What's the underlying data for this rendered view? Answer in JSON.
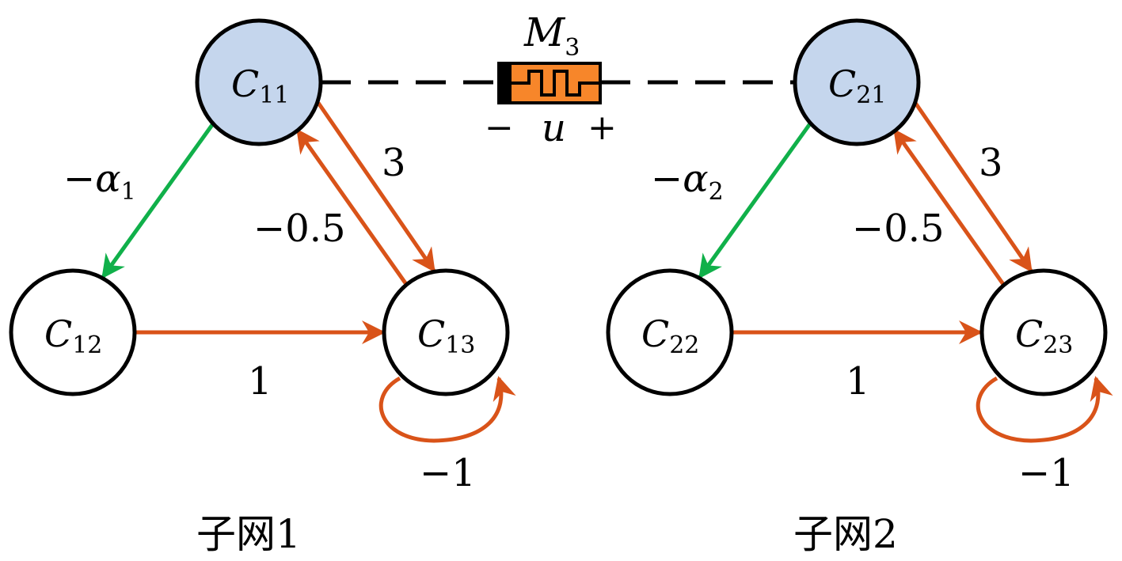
{
  "colors": {
    "hub_fill": "#c5d6ed",
    "node_fill": "#ffffff",
    "orange_edge": "#d95319",
    "green_edge": "#10b04a",
    "memristor_body": "#f7862a",
    "coupling_line": "#000000"
  },
  "memristor": {
    "label_main": "M",
    "label_sub": "3",
    "sign_minus": "−",
    "sign_var": "u",
    "sign_plus": "+"
  },
  "subnets": [
    {
      "caption": "子网1",
      "nodes": {
        "hub": {
          "main": "C",
          "sub": "11"
        },
        "left": {
          "main": "C",
          "sub": "12"
        },
        "right": {
          "main": "C",
          "sub": "13"
        }
      },
      "weights": {
        "hub_to_left_main": "−α",
        "hub_to_left_sub": "1",
        "hub_to_right": "3",
        "right_to_hub": "−0.5",
        "left_to_right": "1",
        "self_loop": "−1"
      }
    },
    {
      "caption": "子网2",
      "nodes": {
        "hub": {
          "main": "C",
          "sub": "21"
        },
        "left": {
          "main": "C",
          "sub": "22"
        },
        "right": {
          "main": "C",
          "sub": "23"
        }
      },
      "weights": {
        "hub_to_left_main": "−α",
        "hub_to_left_sub": "2",
        "hub_to_right": "3",
        "right_to_hub": "−0.5",
        "left_to_right": "1",
        "self_loop": "−1"
      }
    }
  ]
}
